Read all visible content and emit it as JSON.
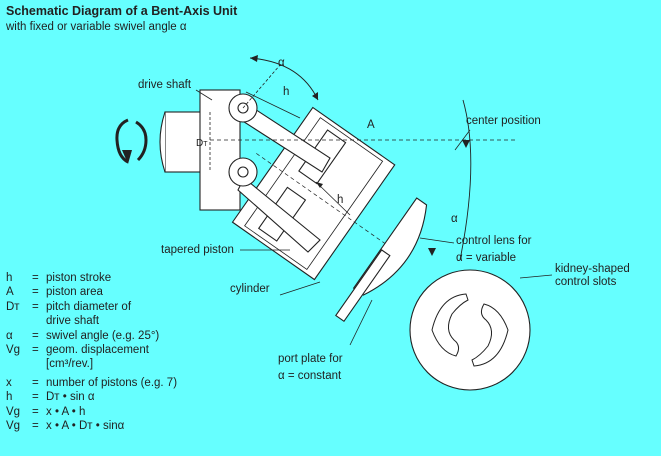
{
  "header": {
    "title": "Schematic Diagram of a Bent-Axis Unit",
    "subtitle": "with fixed or variable swivel angle α"
  },
  "labels": {
    "alpha_top": "α",
    "h_top": "h",
    "drive_shaft": "drive shaft",
    "dt": "D",
    "dt_sub": "T",
    "a_marker": "A",
    "center_position": "center position",
    "h_mid": "h",
    "alpha_right": "α",
    "tapered_piston": "tapered piston",
    "control_lens_line1": "control lens for",
    "control_lens_line2": "α = variable",
    "kidney_line1": "kidney-shaped",
    "kidney_line2": "control slots",
    "cylinder": "cylinder",
    "port_plate_line1": "port plate for",
    "port_plate_line2": "α = constant"
  },
  "legend": [
    {
      "sym": "h",
      "eq": "=",
      "text": "piston stroke"
    },
    {
      "sym": "A",
      "eq": "=",
      "text": "piston area"
    },
    {
      "sym": "Dᴛ",
      "eq": "=",
      "text": "pitch diameter of"
    },
    {
      "sym": "",
      "eq": "",
      "text": "drive shaft"
    },
    {
      "sym": "α",
      "eq": "=",
      "text": "swivel angle (e.g. 25°)"
    },
    {
      "sym": "Vg",
      "eq": "=",
      "text": "geom. displacement"
    },
    {
      "sym": "",
      "eq": "",
      "text": "[cm³/rev.]"
    },
    {
      "sym": "x",
      "eq": "=",
      "text": "number of pistons (e.g. 7)"
    },
    {
      "sym": "h",
      "eq": "=",
      "text": "Dᴛ • sin α"
    },
    {
      "sym": "Vg",
      "eq": "=",
      "text": "x • A • h"
    },
    {
      "sym": "Vg",
      "eq": "=",
      "text": "x • A • Dᴛ • sinα"
    }
  ],
  "colors": {
    "background": "#66ffff",
    "part_fill": "#ffffff",
    "outline": "#222222"
  }
}
